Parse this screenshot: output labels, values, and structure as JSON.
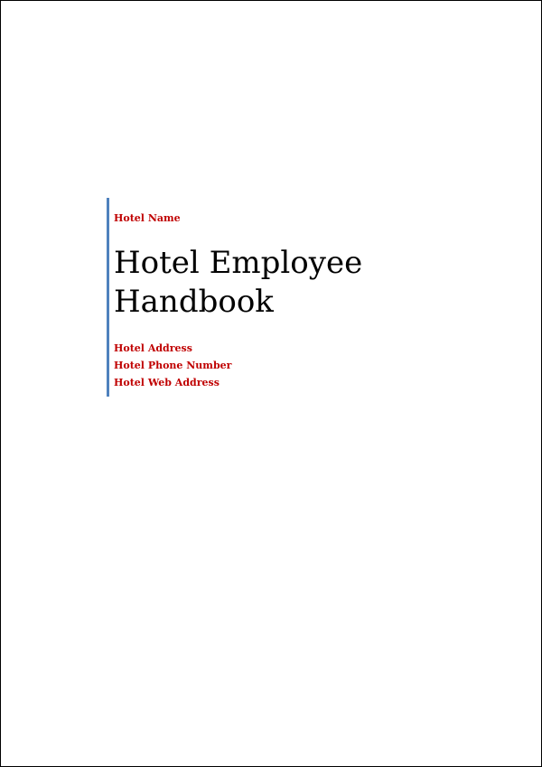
{
  "document": {
    "org_name": "Hotel Name",
    "title_line1": "Hotel Employee",
    "title_line2": "Handbook",
    "contact": {
      "address": "Hotel Address",
      "phone": "Hotel Phone Number",
      "web": "Hotel Web Address"
    }
  },
  "colors": {
    "accent_text": "#c00000",
    "accent_rule": "#4f81bd",
    "title_text": "#000000",
    "page_border": "#000000"
  }
}
